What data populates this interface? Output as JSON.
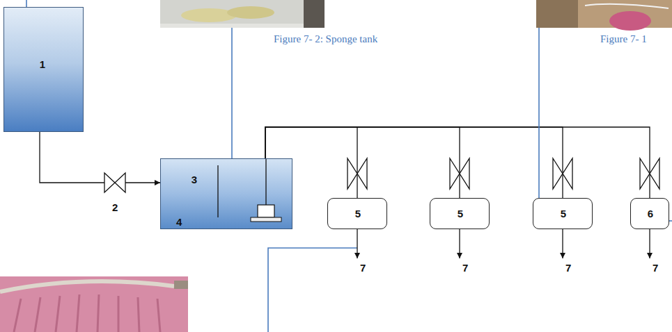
{
  "diagram": {
    "nodes": [
      {
        "text": [
          "1"
        ]
      },
      {
        "text": [
          "3"
        ]
      },
      {
        "text": [
          "5"
        ]
      },
      {
        "text": [
          "5"
        ]
      },
      {
        "text": [
          "5"
        ]
      },
      {
        "text": [
          "6"
        ]
      }
    ],
    "edges": [
      {
        "from": 0,
        "to": 1,
        "arrow": "to"
      },
      {
        "from": 1,
        "to": 2,
        "arrow": "none"
      },
      {
        "from": 1,
        "to": 3,
        "arrow": "none"
      },
      {
        "from": 1,
        "to": 4,
        "arrow": "none"
      },
      {
        "from": 1,
        "to": 5,
        "arrow": "none"
      }
    ],
    "labels": [
      "Figure 7- 2: Sponge tank",
      "Figure 7- 1",
      "2",
      "4",
      "7",
      "7",
      "7",
      "7"
    ]
  }
}
